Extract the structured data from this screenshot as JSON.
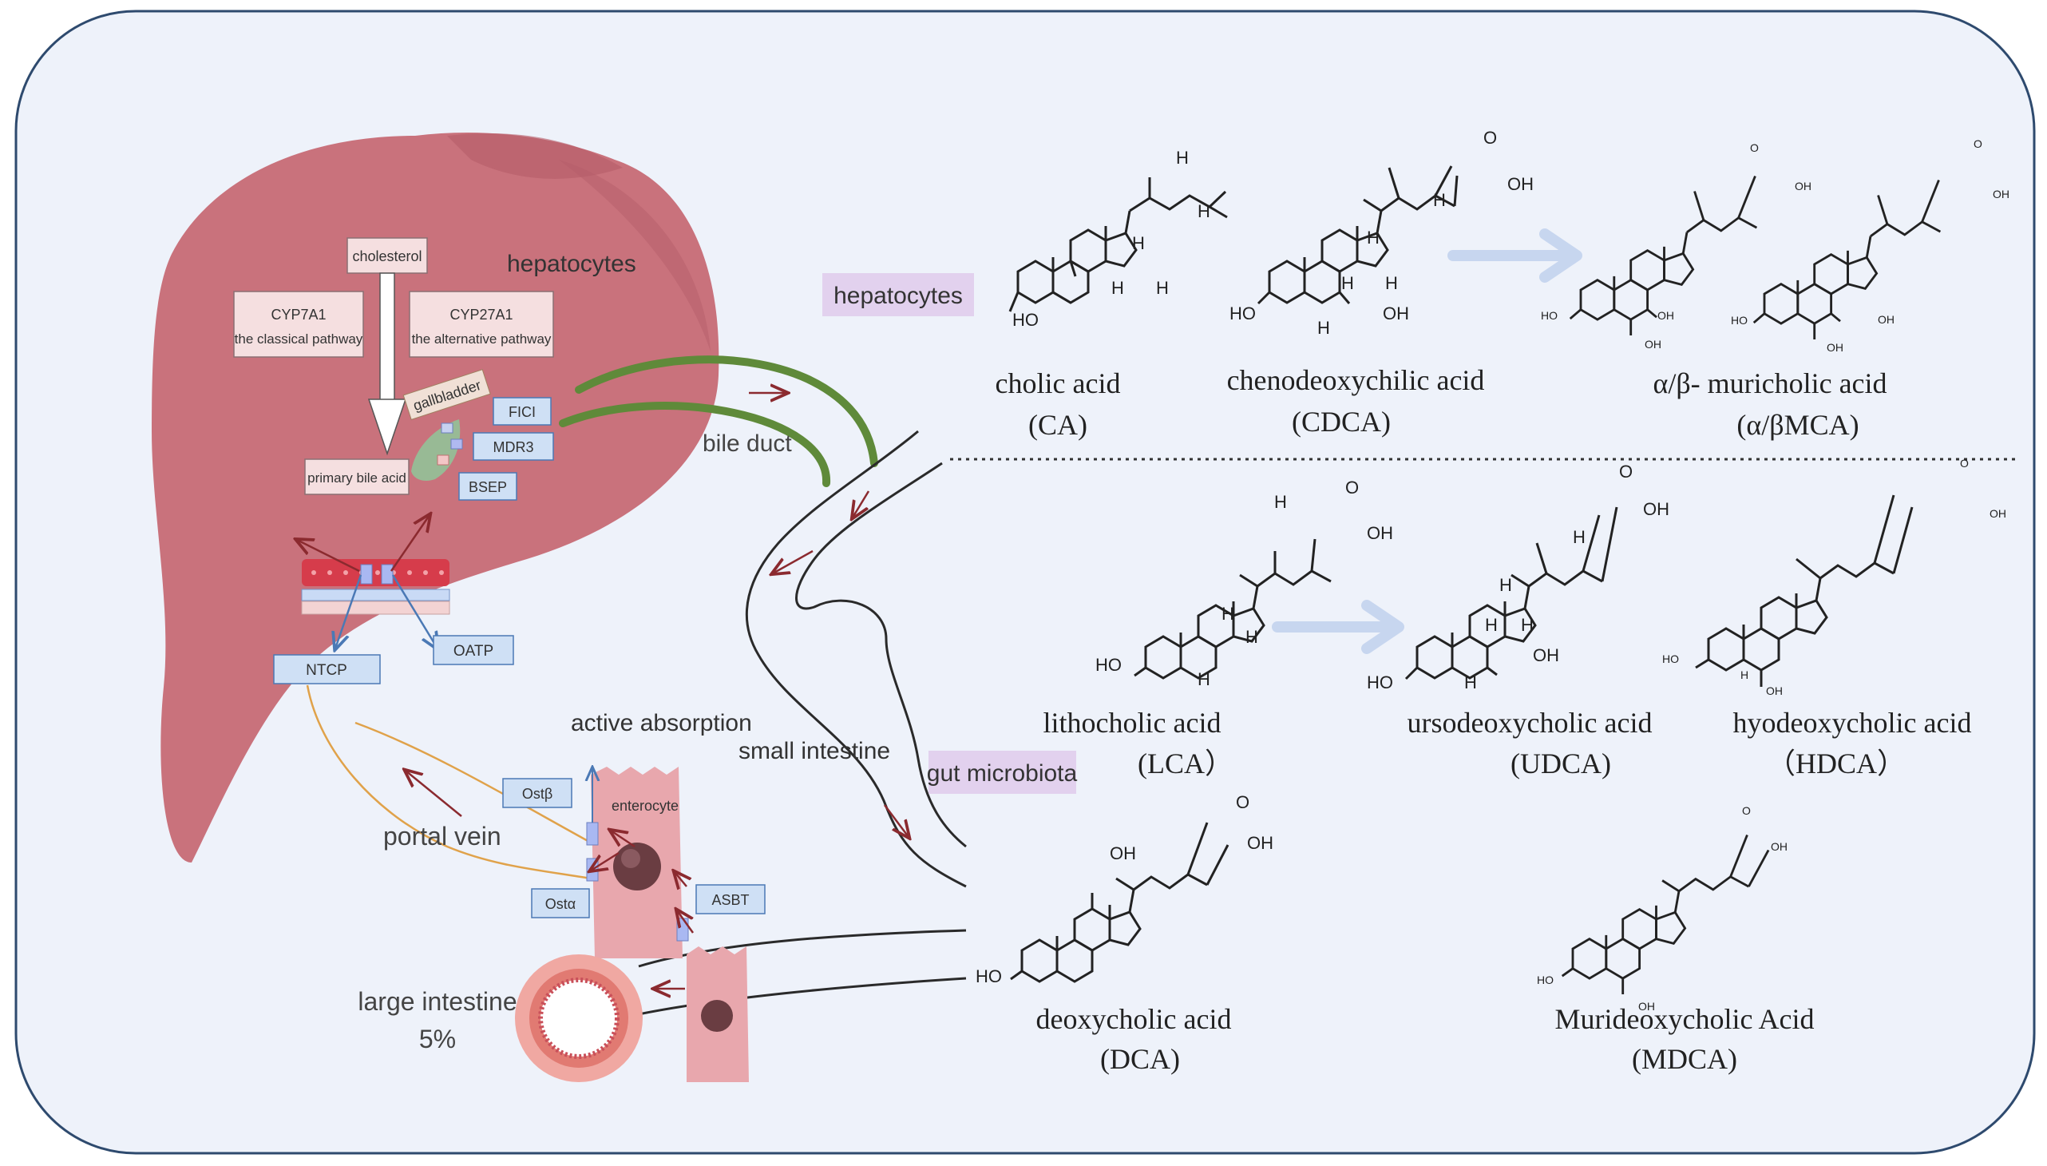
{
  "panel_bg": "#eef2fa",
  "panel_border": "#2e4a6e",
  "colors": {
    "liver": "#c9727c",
    "liver_dark": "#b65e69",
    "bile_duct": "#5f8a3a",
    "arrow": "#8b2a2f",
    "transporter_fill": "#cfe0f5",
    "transporter_border": "#4b79b5",
    "label_fill": "#f5dfe0",
    "highlight_purple": "#e2d1ee",
    "portal_vein": "#e0a24a",
    "intestine": "#2a2a2a",
    "enterocyte": "#e8a7ad",
    "big_arrow": "#c7d6ef"
  },
  "labels": {
    "hepatocytes_liver": "hepatocytes",
    "cholesterol": "cholesterol",
    "cyp7a1": "CYP7A1",
    "cyp7a1_sub": "the classical pathway",
    "cyp27a1": "CYP27A1",
    "cyp27a1_sub": "the alternative pathway",
    "gallbladder": "gallbladder",
    "primary_bile_acid": "primary bile acid",
    "fici": "FICI",
    "mdr3": "MDR3",
    "bsep": "BSEP",
    "ntcp": "NTCP",
    "oatp": "OATP",
    "bile_duct": "bile duct",
    "hepatocytes_tag": "hepatocytes",
    "active_absorption": "active absorption",
    "small_intestine": "small intestine",
    "gut_microbiota": "gut microbiota",
    "ostb": "Ostβ",
    "osta": "Ostα",
    "enterocyte": "enterocyte",
    "asbt": "ASBT",
    "portal_vein": "portal vein",
    "large_intestine": "large intestine",
    "large_intestine_pct": "5%"
  },
  "compounds": {
    "ca_name": "cholic acid",
    "ca_abbr": "(CA)",
    "cdca_name": "chenodeoxychilic acid",
    "cdca_abbr": "(CDCA)",
    "mca_name": "α/β- muricholic acid",
    "mca_abbr": "(α/βMCA)",
    "lca_name": "lithocholic acid",
    "lca_abbr": "(LCA）",
    "udca_name": "ursodeoxycholic acid",
    "udca_abbr": "(UDCA)",
    "hdca_name": "hyodeoxycholic acid",
    "hdca_abbr": "（HDCA）",
    "dca_name": "deoxycholic acid",
    "dca_abbr": "(DCA)",
    "mdca_name": "Murideoxycholic Acid",
    "mdca_abbr": "(MDCA)"
  },
  "atoms": {
    "H": "H",
    "HO": "HO",
    "OH": "OH",
    "O": "O"
  }
}
